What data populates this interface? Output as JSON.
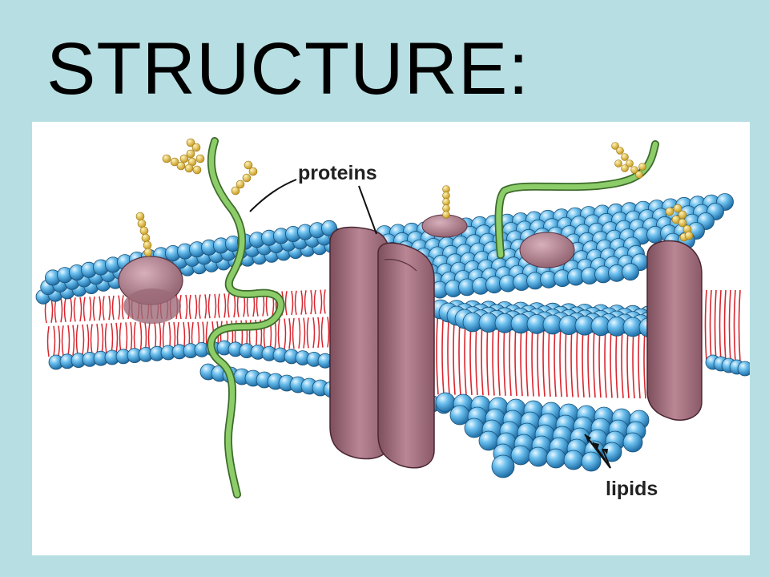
{
  "slide": {
    "title": "STRUCTURE:"
  },
  "figure": {
    "labels": {
      "proteins": "proteins",
      "lipids": "lipids"
    },
    "colors": {
      "background": "#b7dfe3",
      "panel": "#ffffff",
      "lipid_head": "#4aa3d8",
      "lipid_tail": "#d8262e",
      "protein": "#a46f7e",
      "glycoprotein_chain": "#7cbb5a",
      "carbohydrate": "#e3c34a"
    },
    "icons": [
      "lipid-bilayer-illustration",
      "integral-protein",
      "glycoprotein",
      "carbohydrate-chain"
    ]
  }
}
